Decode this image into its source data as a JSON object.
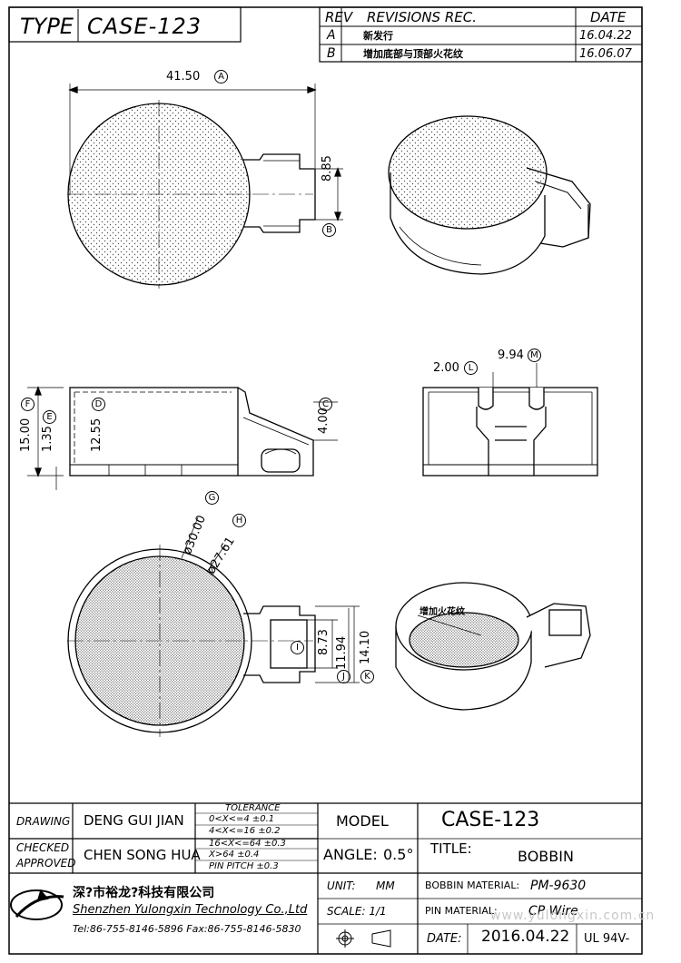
{
  "header": {
    "type_label": "TYPE",
    "type_value": "CASE-123"
  },
  "revisions": {
    "col_rev": "REV",
    "col_title": "REVISIONS REC.",
    "col_date": "DATE",
    "rows": [
      {
        "rev": "A",
        "desc": "新发行",
        "date": "16.04.22"
      },
      {
        "rev": "B",
        "desc": "增加底部与顶部火花纹",
        "date": "16.06.07"
      }
    ]
  },
  "dimensions": {
    "width": "41.50",
    "width_tag": "A",
    "tab_height": "8.85",
    "tab_tag": "B",
    "height_total": "15.00",
    "height_total_tag": "F",
    "height_small": "1.35",
    "height_small_tag": "E",
    "inner_height": "12.55",
    "inner_height_tag": "D",
    "tab_side_height": "4.00",
    "tab_side_tag": "C",
    "pin_width": "2.00",
    "pin_width_tag": "L",
    "pin_span": "9.94",
    "pin_span_tag": "M",
    "outer_dia": "ø30.00",
    "outer_dia_tag": "G",
    "inner_dia": "ø27.61",
    "inner_dia_tag": "H",
    "slot_w": "8.73",
    "slot_tag": "I",
    "body_w": "11.94",
    "body_tag": "J",
    "total_w": "14.10",
    "total_tag": "K",
    "annotation": "增加火花纹"
  },
  "title_block": {
    "drawing_label": "DRAWING",
    "drawing_name": "DENG GUI JIAN",
    "checked_label": "CHECKED",
    "approved_label": "APPROVED",
    "checked_name": "CHEN SONG HUA",
    "tolerance_title": "TOLERANCE",
    "tolerances": [
      "0<X<=4  ±0.1",
      "4<X<=16 ±0.2",
      "16<X<=64 ±0.3",
      "X>64  ±0.4",
      "PIN PITCH ±0.3"
    ],
    "model_label": "MODEL",
    "model_value": "CASE-123",
    "angle_label": "ANGLE:",
    "angle_value": "0.5°",
    "title_label": "TITLE:",
    "title_value": "BOBBIN",
    "unit_label": "UNIT:",
    "unit_value": "MM",
    "scale_label": "SCALE: 1/1",
    "bobbin_material_label": "BOBBIN MATERIAL:",
    "bobbin_material_value": "PM-9630",
    "pin_material_label": "PIN MATERIAL:",
    "pin_material_value": "CP Wire",
    "date_label": "DATE:",
    "date_value": "2016.04.22",
    "ul_value": "UL 94V-",
    "company_cn": "深?市裕龙?科技有限公司",
    "company_en": "Shenzhen Yulongxin Technology Co.,Ltd",
    "contact": "Tel:86-755-8146-5896   Fax:86-755-8146-5830",
    "watermark": "www.yulongxin.com.cn"
  }
}
